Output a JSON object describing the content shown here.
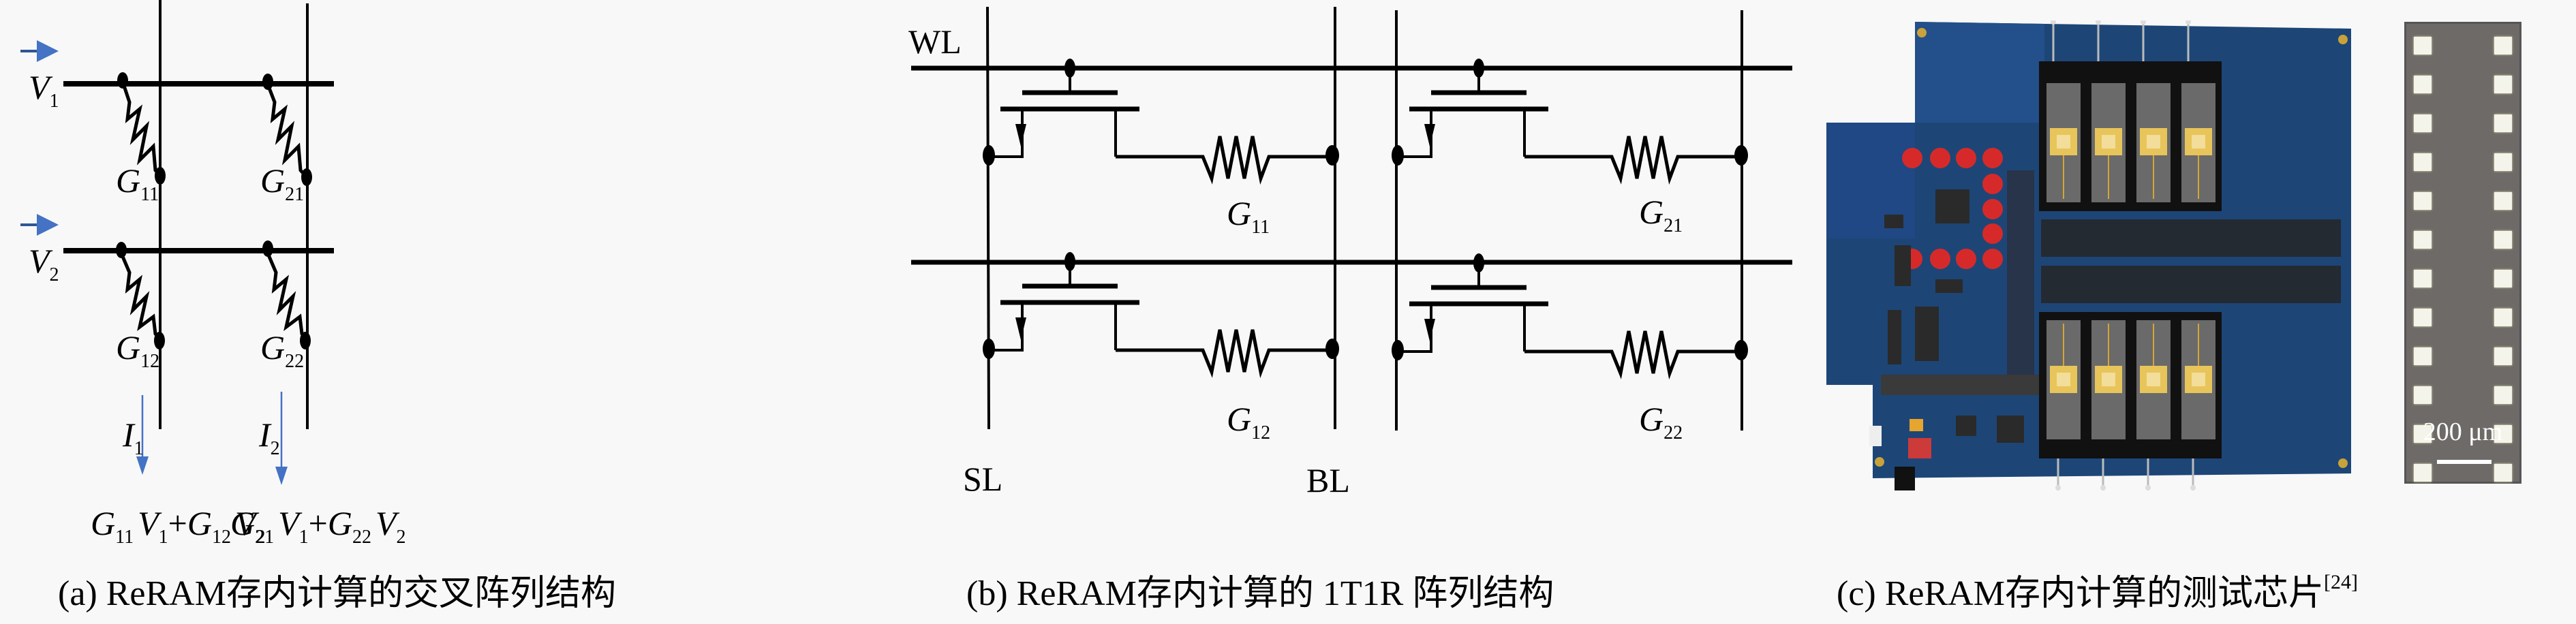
{
  "panels": {
    "a": {
      "caption_prefix": "(a) ",
      "caption_text": "ReRAM存内计算的交叉阵列结构",
      "inputs": [
        {
          "symbol": "V",
          "subscript": "1"
        },
        {
          "symbol": "V",
          "subscript": "2"
        }
      ],
      "conductances": [
        {
          "symbol": "G",
          "subscript": "11"
        },
        {
          "symbol": "G",
          "subscript": "21"
        },
        {
          "symbol": "G",
          "subscript": "12"
        },
        {
          "symbol": "G",
          "subscript": "22"
        }
      ],
      "outputs": [
        {
          "symbol": "I",
          "subscript": "1"
        },
        {
          "symbol": "I",
          "subscript": "2"
        }
      ],
      "formulas": [
        {
          "terms": [
            {
              "g": "11",
              "v": "1"
            },
            {
              "g": "12",
              "v": "2"
            }
          ]
        },
        {
          "terms": [
            {
              "g": "21",
              "v": "1"
            },
            {
              "g": "22",
              "v": "2"
            }
          ]
        }
      ],
      "arrow_color": "#4472c4"
    },
    "b": {
      "caption_prefix": "(b) ",
      "caption_text": "ReRAM存内计算的 1T1R 阵列结构",
      "line_labels": {
        "wl": "WL",
        "sl": "SL",
        "bl": "BL"
      },
      "conductances": [
        {
          "symbol": "G",
          "subscript": "11"
        },
        {
          "symbol": "G",
          "subscript": "21"
        },
        {
          "symbol": "G",
          "subscript": "12"
        },
        {
          "symbol": "G",
          "subscript": "22"
        }
      ]
    },
    "c": {
      "caption_prefix": "(c) ",
      "caption_text": "ReRAM存内计算的测试芯片",
      "citation": "[24]",
      "scale_bar_label": "200 μm",
      "board_color": "#1d4677",
      "chip_pad_color": "#e8c55a"
    }
  }
}
